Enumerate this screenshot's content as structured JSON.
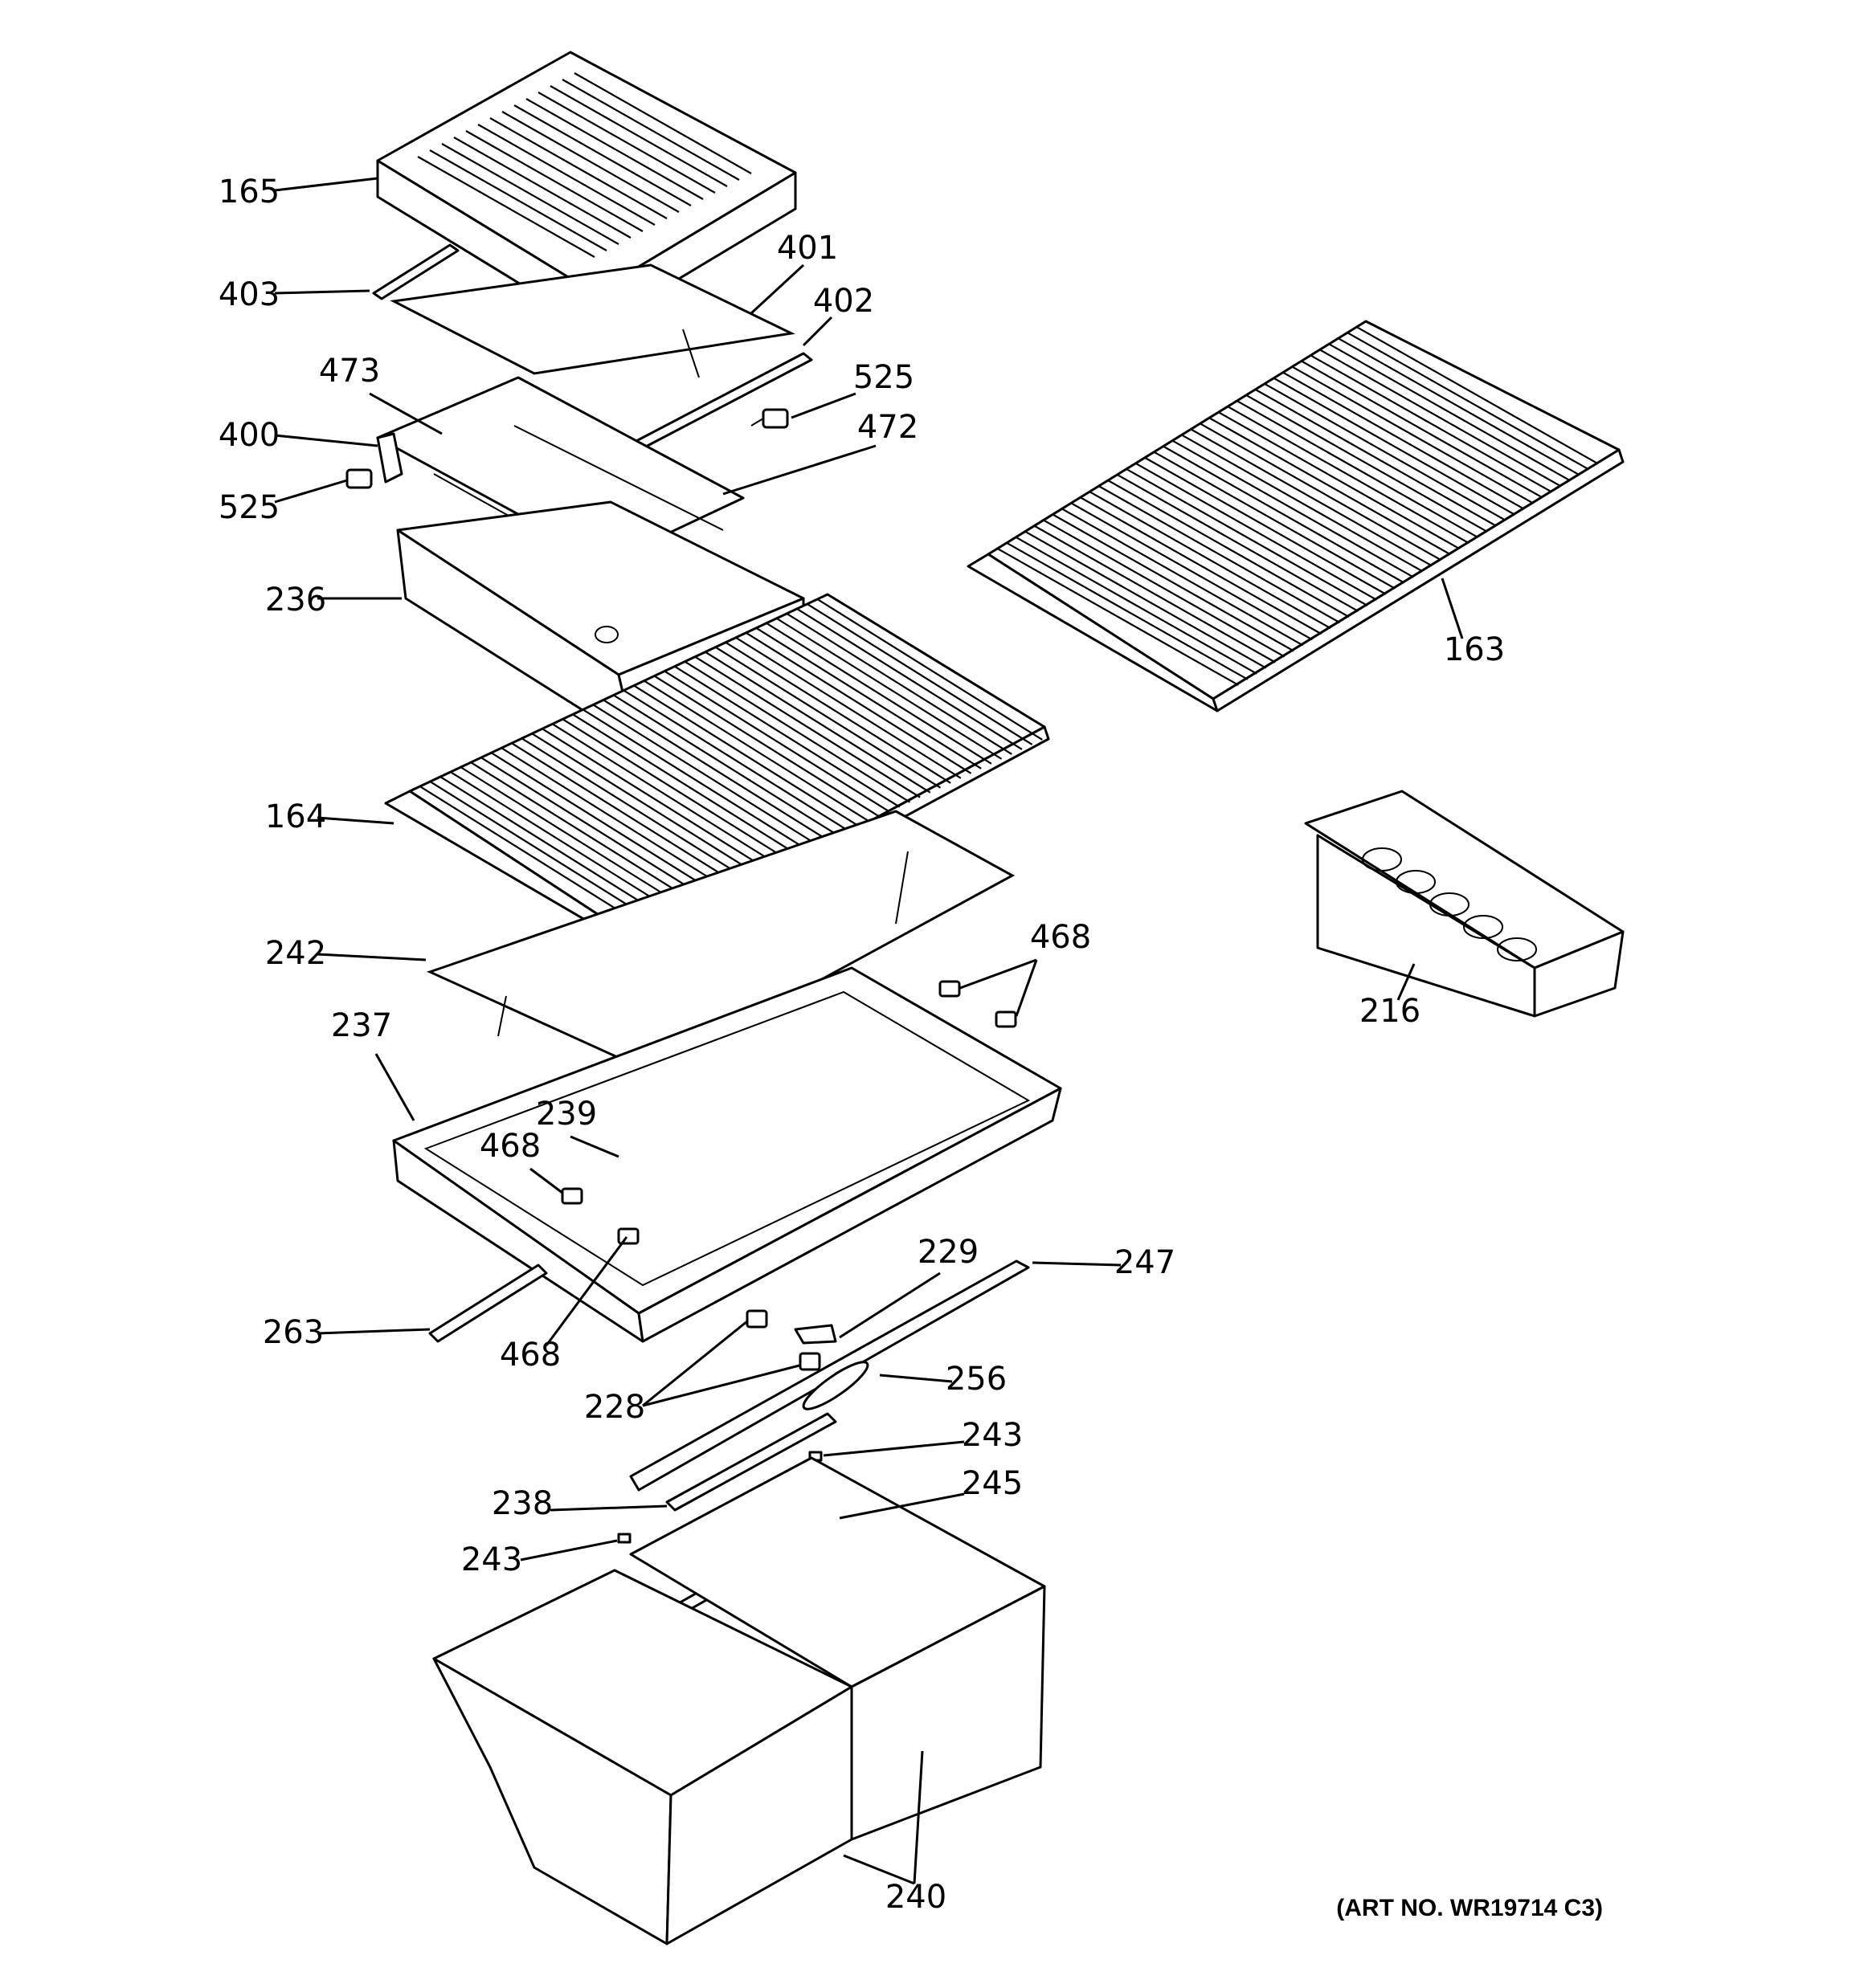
{
  "callouts": [
    {
      "id": "165",
      "text": "165"
    },
    {
      "id": "403",
      "text": "403"
    },
    {
      "id": "401",
      "text": "401"
    },
    {
      "id": "402",
      "text": "402"
    },
    {
      "id": "473",
      "text": "473"
    },
    {
      "id": "525a",
      "text": "525"
    },
    {
      "id": "400",
      "text": "400"
    },
    {
      "id": "472",
      "text": "472"
    },
    {
      "id": "525b",
      "text": "525"
    },
    {
      "id": "236",
      "text": "236"
    },
    {
      "id": "163",
      "text": "163"
    },
    {
      "id": "164",
      "text": "164"
    },
    {
      "id": "242",
      "text": "242"
    },
    {
      "id": "468a",
      "text": "468"
    },
    {
      "id": "216",
      "text": "216"
    },
    {
      "id": "237",
      "text": "237"
    },
    {
      "id": "239",
      "text": "239"
    },
    {
      "id": "468b",
      "text": "468"
    },
    {
      "id": "229",
      "text": "229"
    },
    {
      "id": "247",
      "text": "247"
    },
    {
      "id": "263",
      "text": "263"
    },
    {
      "id": "468c",
      "text": "468"
    },
    {
      "id": "256",
      "text": "256"
    },
    {
      "id": "228",
      "text": "228"
    },
    {
      "id": "243a",
      "text": "243"
    },
    {
      "id": "245",
      "text": "245"
    },
    {
      "id": "238",
      "text": "238"
    },
    {
      "id": "243b",
      "text": "243"
    },
    {
      "id": "240",
      "text": "240"
    }
  ],
  "art_number": "(ART NO. WR19714 C3)"
}
